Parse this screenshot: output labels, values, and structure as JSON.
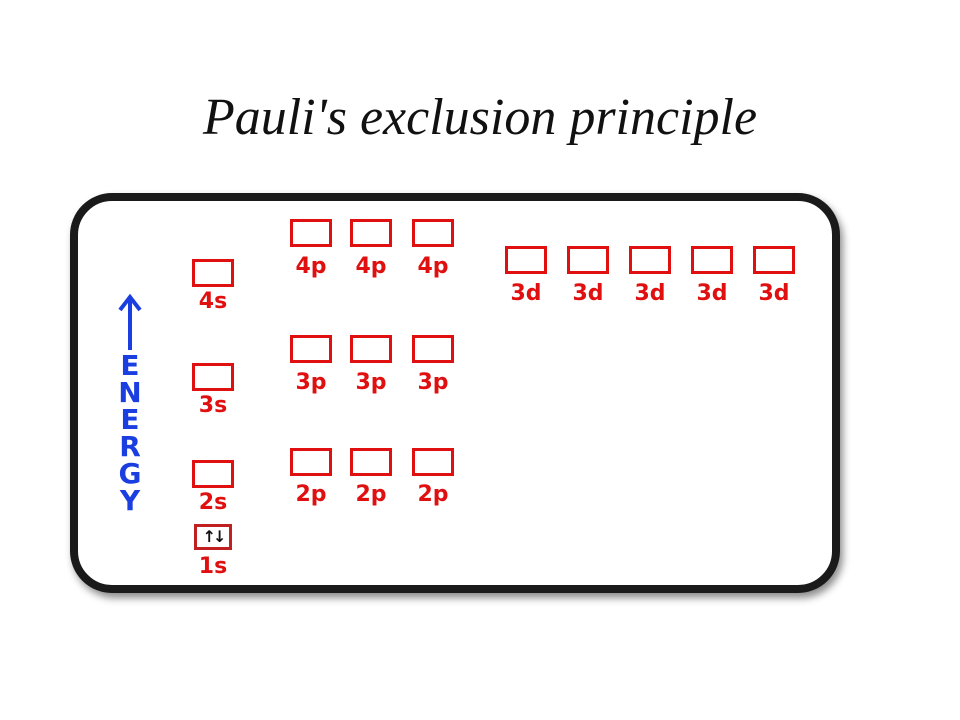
{
  "title": "Pauli's exclusion principle",
  "energy_label": "ENERGY",
  "colors": {
    "orbital": "#e01010",
    "energy": "#1a3ee0",
    "frame": "#1a1a1a"
  },
  "orbitals": {
    "1s": {
      "label": "1s",
      "electrons": "↑↓"
    },
    "2s": {
      "label": "2s"
    },
    "3s": {
      "label": "3s"
    },
    "4s": {
      "label": "4s"
    },
    "2p": {
      "label": "2p"
    },
    "3p": {
      "label": "3p"
    },
    "4p": {
      "label": "4p"
    },
    "3d": {
      "label": "3d"
    }
  }
}
